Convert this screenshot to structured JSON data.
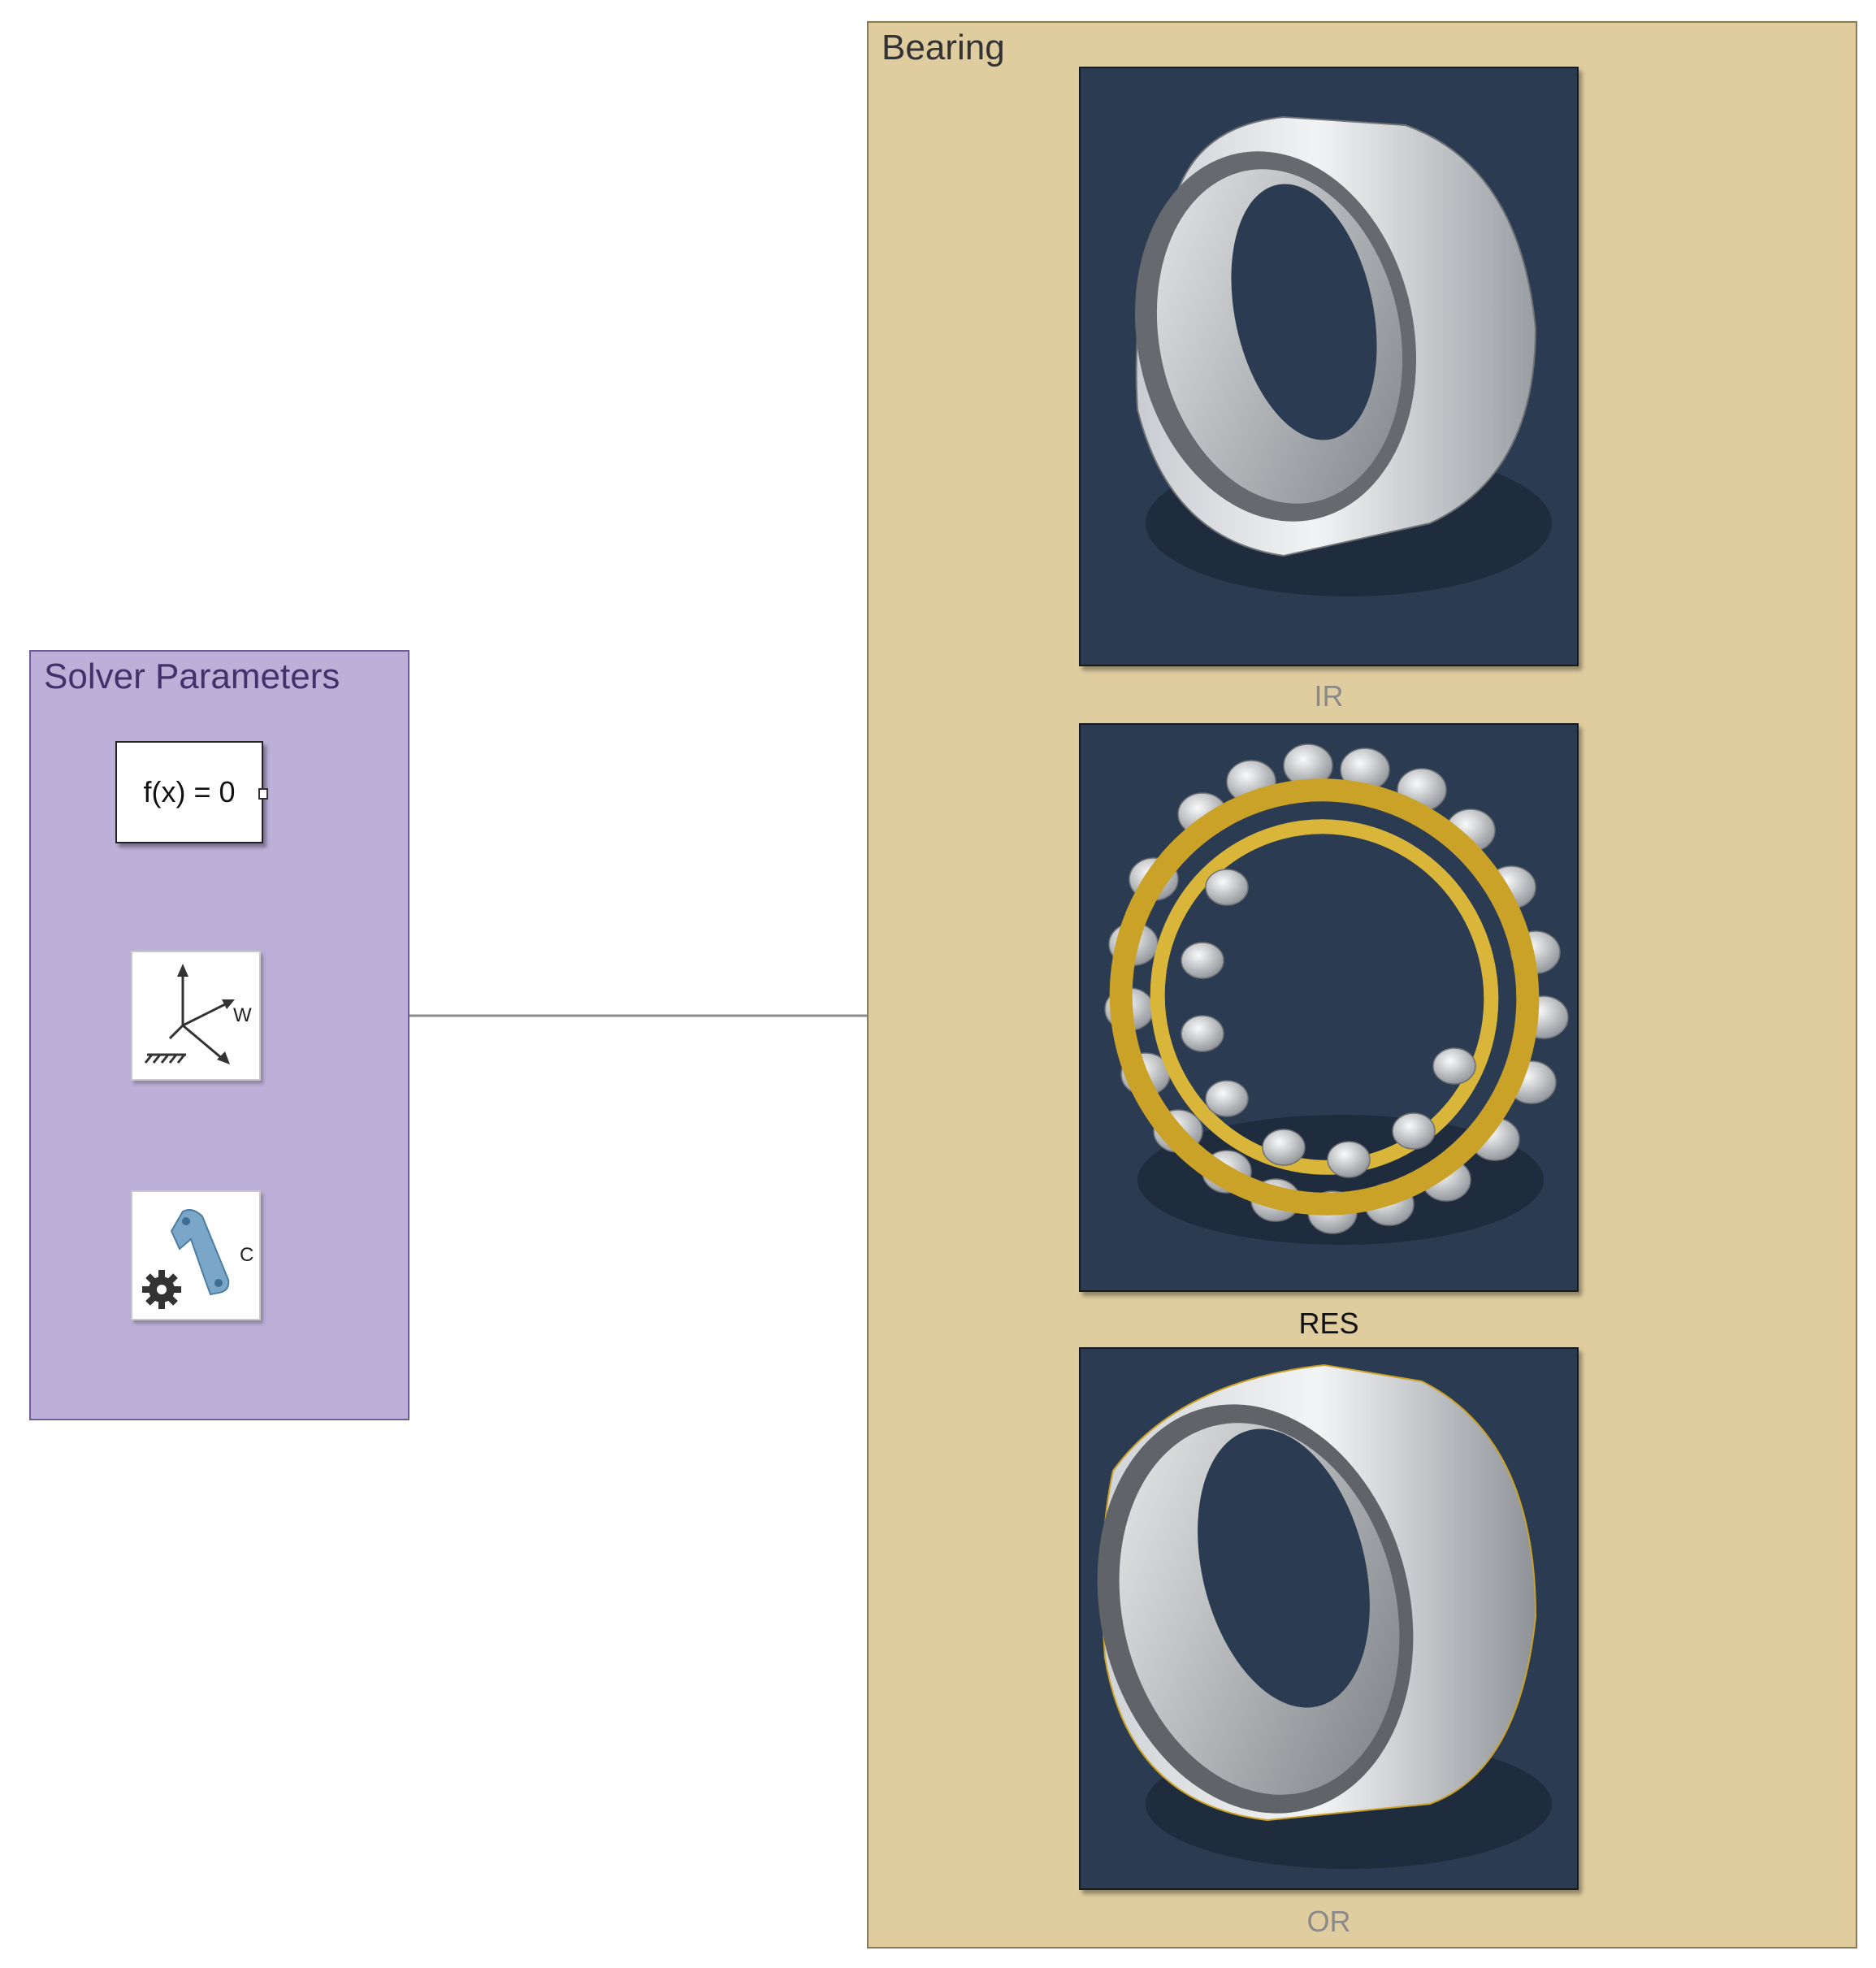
{
  "solver_area": {
    "title": "Solver Parameters"
  },
  "solver_blocks": {
    "function_block": "f(x) = 0",
    "world_port": "W",
    "config_port": "C"
  },
  "bearing_area": {
    "title": "Bearing"
  },
  "bearing_blocks": {
    "inner_ring": "IR",
    "rolling_elements": "RES",
    "outer_ring": "OR"
  },
  "colors": {
    "solver_area_fill": "#bcb0d8",
    "bearing_area_fill": "#dfcd9f",
    "block_background": "#2a3b52",
    "connection_line": "#8c8c8c",
    "cage_gold": "#c9a227"
  },
  "icons": [
    "world-frame-icon",
    "mechanism-configuration-icon",
    "gear-icon"
  ]
}
